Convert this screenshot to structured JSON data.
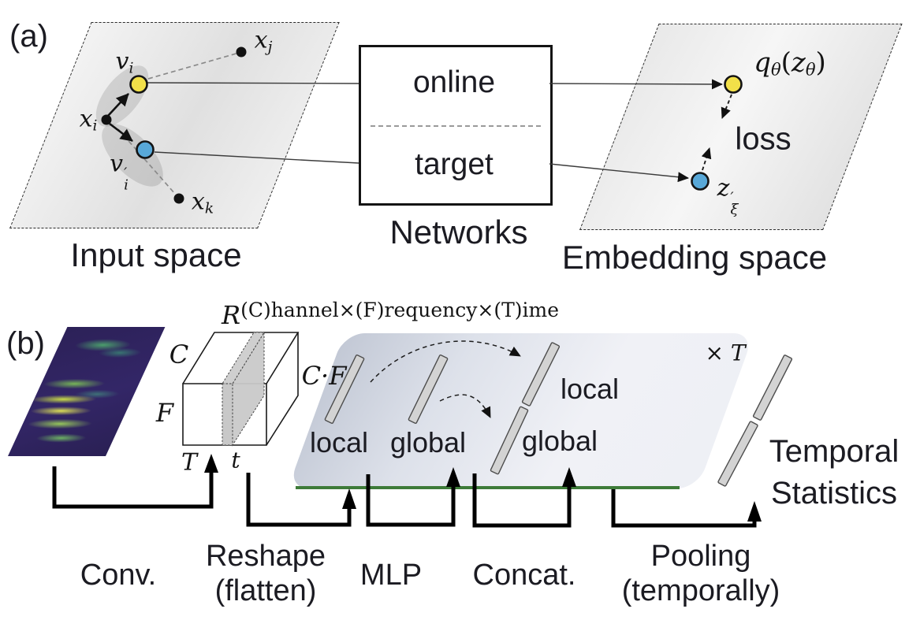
{
  "panel_a": {
    "label": "(a)",
    "captions": {
      "input_space": "Input space",
      "networks": "Networks",
      "embedding_space": "Embedding space"
    },
    "network_box": {
      "online": "online",
      "target": "target"
    },
    "loss_label": "loss",
    "math": {
      "vi": {
        "base": "v",
        "sub": "i"
      },
      "vi_prime": {
        "base": "v",
        "prime": "′",
        "sub": "i"
      },
      "xi": {
        "base": "x",
        "sub": "i"
      },
      "xj": {
        "base": "x",
        "sub": "j"
      },
      "xk": {
        "base": "x",
        "sub": "k"
      },
      "q_theta": {
        "base": "q",
        "sub1": "θ",
        "open": "(",
        "zbase": "z",
        "sub2": "θ",
        "close": ")"
      },
      "z_xi": {
        "base": "z",
        "prime": "′",
        "sub": "ξ"
      }
    },
    "colors": {
      "view1_fill": "#f2e049",
      "view2_fill": "#58a8d8"
    }
  },
  "panel_b": {
    "label": "(b)",
    "tensor": {
      "base": "R",
      "sup": "(C)hannel×(F)requency×(T)ime"
    },
    "axes": {
      "c": "C",
      "f": "F",
      "t_cap": "T",
      "t_small": "t",
      "cf": "C·F",
      "xt": "× T"
    },
    "bar_labels": {
      "local1": "local",
      "global1": "global",
      "local2": "local",
      "global2": "global"
    },
    "temporal": {
      "line1": "Temporal",
      "line2": "Statistics"
    },
    "steps": [
      {
        "label": "Conv.",
        "sub": ""
      },
      {
        "label": "Reshape",
        "sub": "(flatten)"
      },
      {
        "label": "MLP",
        "sub": ""
      },
      {
        "label": "Concat.",
        "sub": ""
      },
      {
        "label": "Pooling",
        "sub": "(temporally)"
      }
    ],
    "colors": {
      "green_line": "#3e7b39",
      "bar_fill": "#d3d3d3",
      "panel_tint": "#c2c8d5"
    }
  }
}
